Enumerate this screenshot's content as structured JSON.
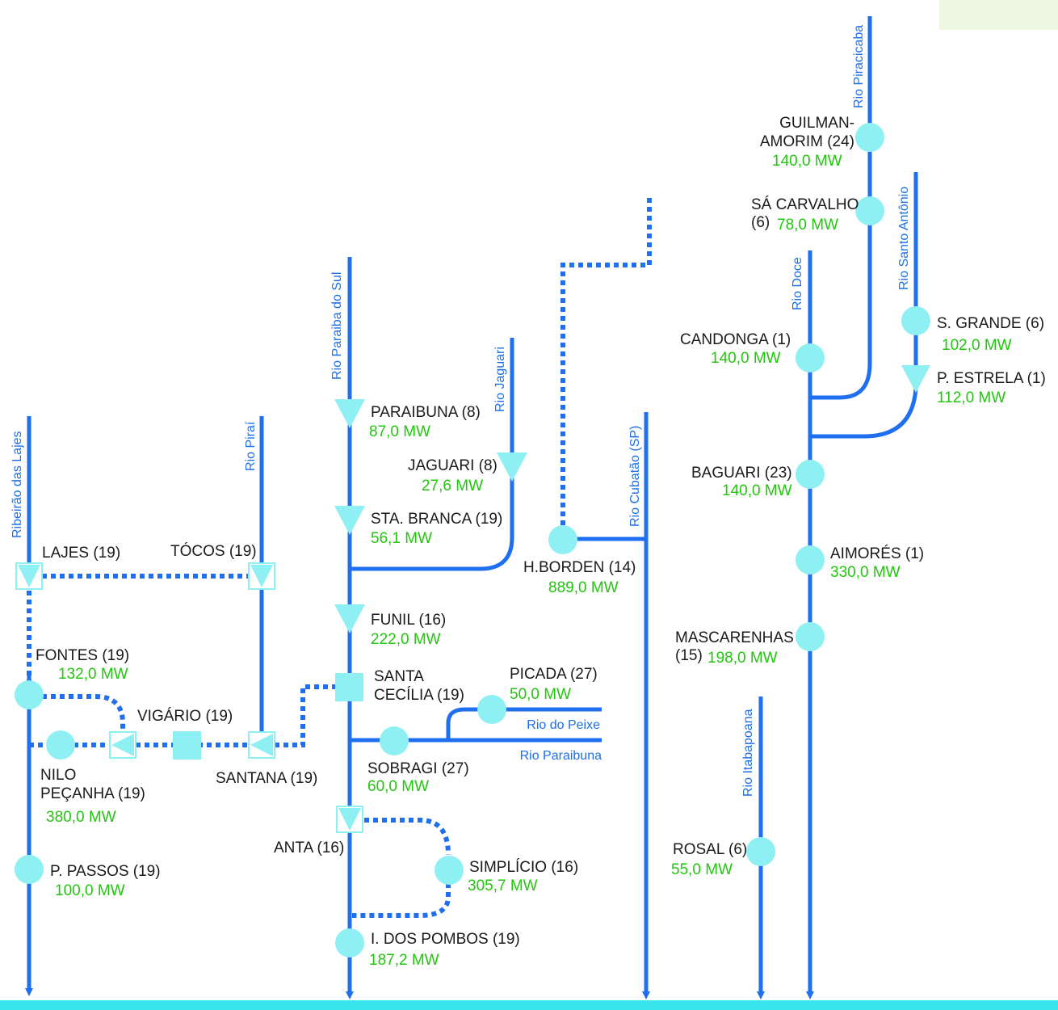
{
  "colors": {
    "river": "#1f6ff0",
    "node": "#8ff0f4",
    "name_text": "#1a1a1a",
    "power_text": "#22c60e",
    "sea": "#38e6ee",
    "corner_panel": "#eef7e2"
  },
  "rivers": {
    "ribeirao_lajes": "Ribeirão das Lajes",
    "pirai": "Rio Piraí",
    "paraiba_do_sul": "Rio Paraiba do Sul",
    "jaguari": "Rio Jaguari",
    "cubatao": "Rio Cubatão (SP)",
    "piracicaba": "Rio Piracicaba",
    "santo_antonio": "Rio Santo Antônio",
    "doce": "Rio Doce",
    "itabapoana": "Rio Itabapoana",
    "peixe": "Rio do Peixe",
    "paraibuna": "Rio Paraibuna"
  },
  "plants": {
    "guilman": {
      "name_line1": "GUILMAN-",
      "name_line2": "AMORIM (24)",
      "power": "140,0 MW"
    },
    "sa_carvalho": {
      "name_line1": "SÁ CARVALHO",
      "name_line2": "(6)",
      "power": "78,0 MW"
    },
    "s_grande": {
      "name": "S. GRANDE (6)",
      "power": "102,0 MW"
    },
    "candonga": {
      "name": "CANDONGA (1)",
      "power": "140,0 MW"
    },
    "p_estrela": {
      "name": "P. ESTRELA (1)",
      "power": "112,0 MW"
    },
    "baguari": {
      "name": "BAGUARI (23)",
      "power": "140,0 MW"
    },
    "aimores": {
      "name": "AIMORÉS (1)",
      "power": "330,0 MW"
    },
    "mascarenhas": {
      "name_line1": "MASCARENHAS",
      "name_line2": "(15)",
      "power": "198,0 MW"
    },
    "rosal": {
      "name": "ROSAL (6)",
      "power": "55,0 MW"
    },
    "paraibuna": {
      "name": "PARAIBUNA (8)",
      "power": "87,0 MW"
    },
    "jaguari": {
      "name": "JAGUARI (8)",
      "power": "27,6 MW"
    },
    "sta_branca": {
      "name": "STA.  BRANCA (19)",
      "power": "56,1 MW"
    },
    "funil": {
      "name": "FUNIL (16)",
      "power": "222,0 MW"
    },
    "santa_cecilia": {
      "name_line1": "SANTA",
      "name_line2": "CECÍLIA (19)"
    },
    "picada": {
      "name": "PICADA (27)",
      "power": "50,0 MW"
    },
    "sobragi": {
      "name": "SOBRAGI (27)",
      "power": "60,0 MW"
    },
    "anta": {
      "name": "ANTA (16)"
    },
    "simplicio": {
      "name": "SIMPLÍCIO (16)",
      "power": "305,7 MW"
    },
    "i_pombos": {
      "name": "I. DOS POMBOS (19)",
      "power": "187,2 MW"
    },
    "h_borden": {
      "name": "H.BORDEN (14)",
      "power": "889,0 MW"
    },
    "lajes": {
      "name": "LAJES (19)"
    },
    "tocos": {
      "name": "TÓCOS (19)"
    },
    "fontes": {
      "name": "FONTES (19)",
      "power": "132,0 MW"
    },
    "vigario": {
      "name": "VIGÁRIO (19)"
    },
    "santana": {
      "name": "SANTANA (19)"
    },
    "nilo": {
      "name_line1": "NILO",
      "name_line2": "PEÇANHA (19)",
      "power": "380,0 MW"
    },
    "p_passos": {
      "name": "P. PASSOS (19)",
      "power": "100,0 MW"
    }
  }
}
